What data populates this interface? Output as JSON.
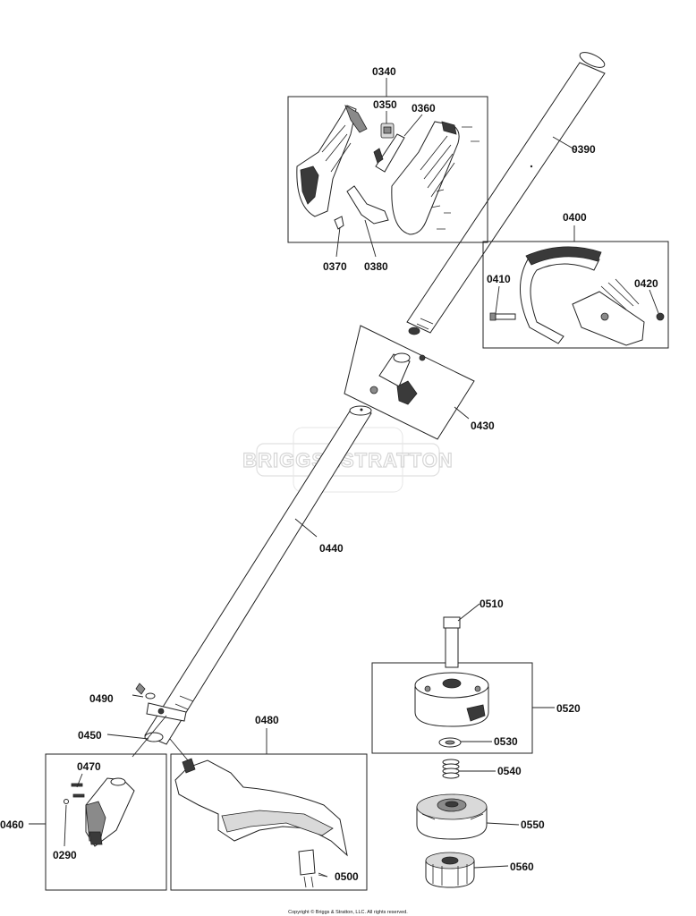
{
  "watermark": "BRIGGS&STRATTON",
  "footer": "Copyright © Briggs & Stratton, LLC. All rights reserved.",
  "labels": {
    "p0290": "0290",
    "p0340": "0340",
    "p0350": "0350",
    "p0360": "0360",
    "p0370": "0370",
    "p0380": "0380",
    "p0390": "0390",
    "p0400": "0400",
    "p0410": "0410",
    "p0420": "0420",
    "p0430": "0430",
    "p0440": "0440",
    "p0450": "0450",
    "p0460": "0460",
    "p0470": "0470",
    "p0480": "0480",
    "p0490": "0490",
    "p0500": "0500",
    "p0510": "0510",
    "p0520": "0520",
    "p0530": "0530",
    "p0540": "0540",
    "p0550": "0550",
    "p0560": "0560"
  }
}
